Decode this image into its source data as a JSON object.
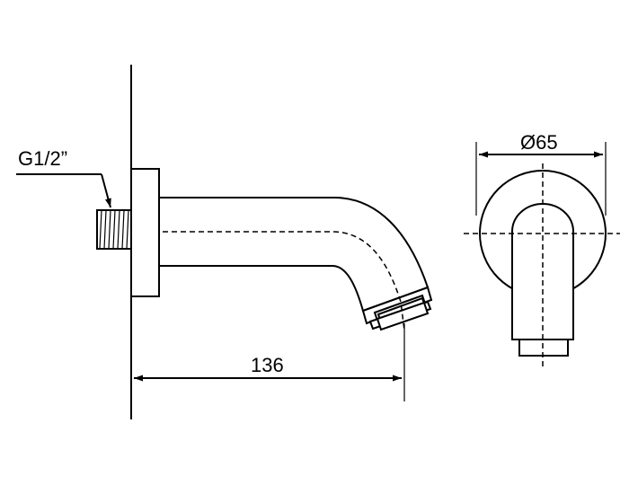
{
  "annotations": {
    "thread_label": "G1/2”",
    "length_dimension": "136",
    "diameter_dimension": "Ø65"
  },
  "colors": {
    "line": "#000000",
    "background": "#ffffff"
  }
}
